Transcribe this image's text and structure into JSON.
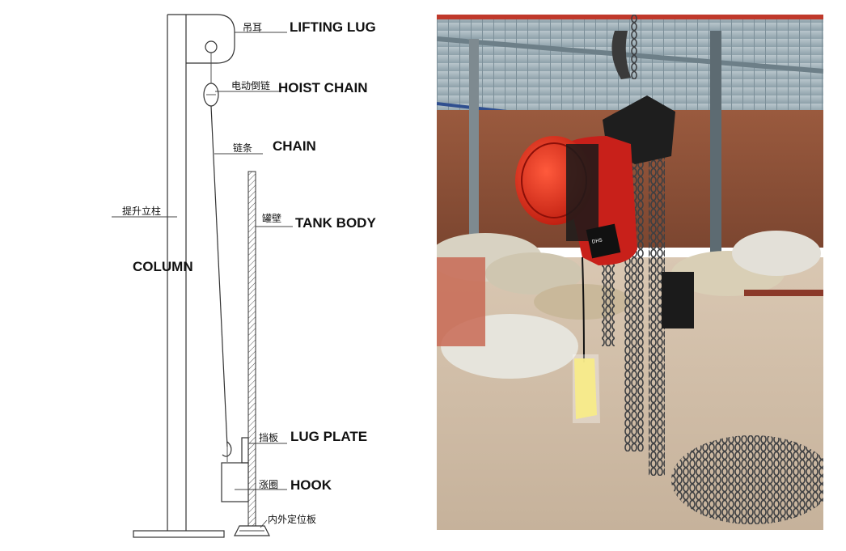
{
  "diagram": {
    "labels_en": {
      "lifting_lug": "LIFTING LUG",
      "hoist_chain": "HOIST CHAIN",
      "chain": "CHAIN",
      "tank_body": "TANK BODY",
      "column": "COLUMN",
      "lug_plate": "LUG PLATE",
      "hook": "HOOK"
    },
    "labels_cn": {
      "lifting_lug": "吊耳",
      "hoist_chain": "电动倒链",
      "chain": "链条",
      "column": "提升立柱",
      "tank_body": "罐壁",
      "lug_plate": "挡板",
      "hook": "涨圈",
      "positioning_plate": "内外定位板"
    }
  },
  "photo": {
    "subject": "red electric chain hoist"
  }
}
